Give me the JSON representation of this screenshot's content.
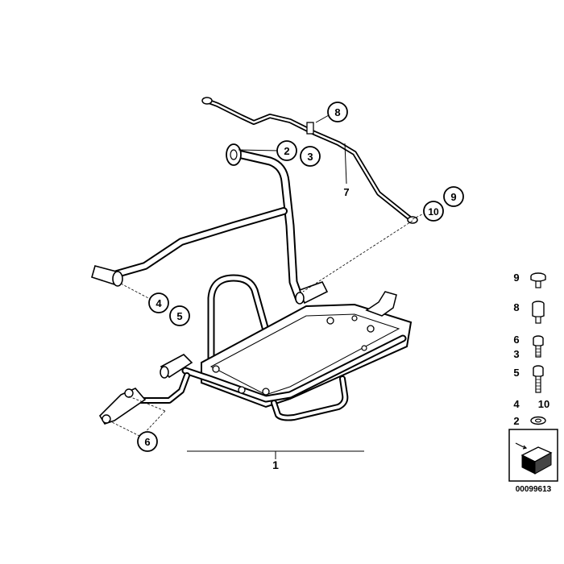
{
  "diagram": {
    "callouts": [
      {
        "id": "c8",
        "label": "8"
      },
      {
        "id": "c2",
        "label": "2"
      },
      {
        "id": "c3",
        "label": "3"
      },
      {
        "id": "c10",
        "label": "10"
      },
      {
        "id": "c9",
        "label": "9"
      },
      {
        "id": "c4",
        "label": "4"
      },
      {
        "id": "c5",
        "label": "5"
      },
      {
        "id": "c6",
        "label": "6"
      }
    ],
    "plain_labels": {
      "part7": "7",
      "part1": "1"
    },
    "legend": [
      {
        "label": "9"
      },
      {
        "label": "8"
      },
      {
        "label": "6"
      },
      {
        "label": "3"
      },
      {
        "label": "5"
      },
      {
        "label": "4"
      },
      {
        "label": "10"
      },
      {
        "label": "2"
      }
    ],
    "part_number": "00099613"
  }
}
